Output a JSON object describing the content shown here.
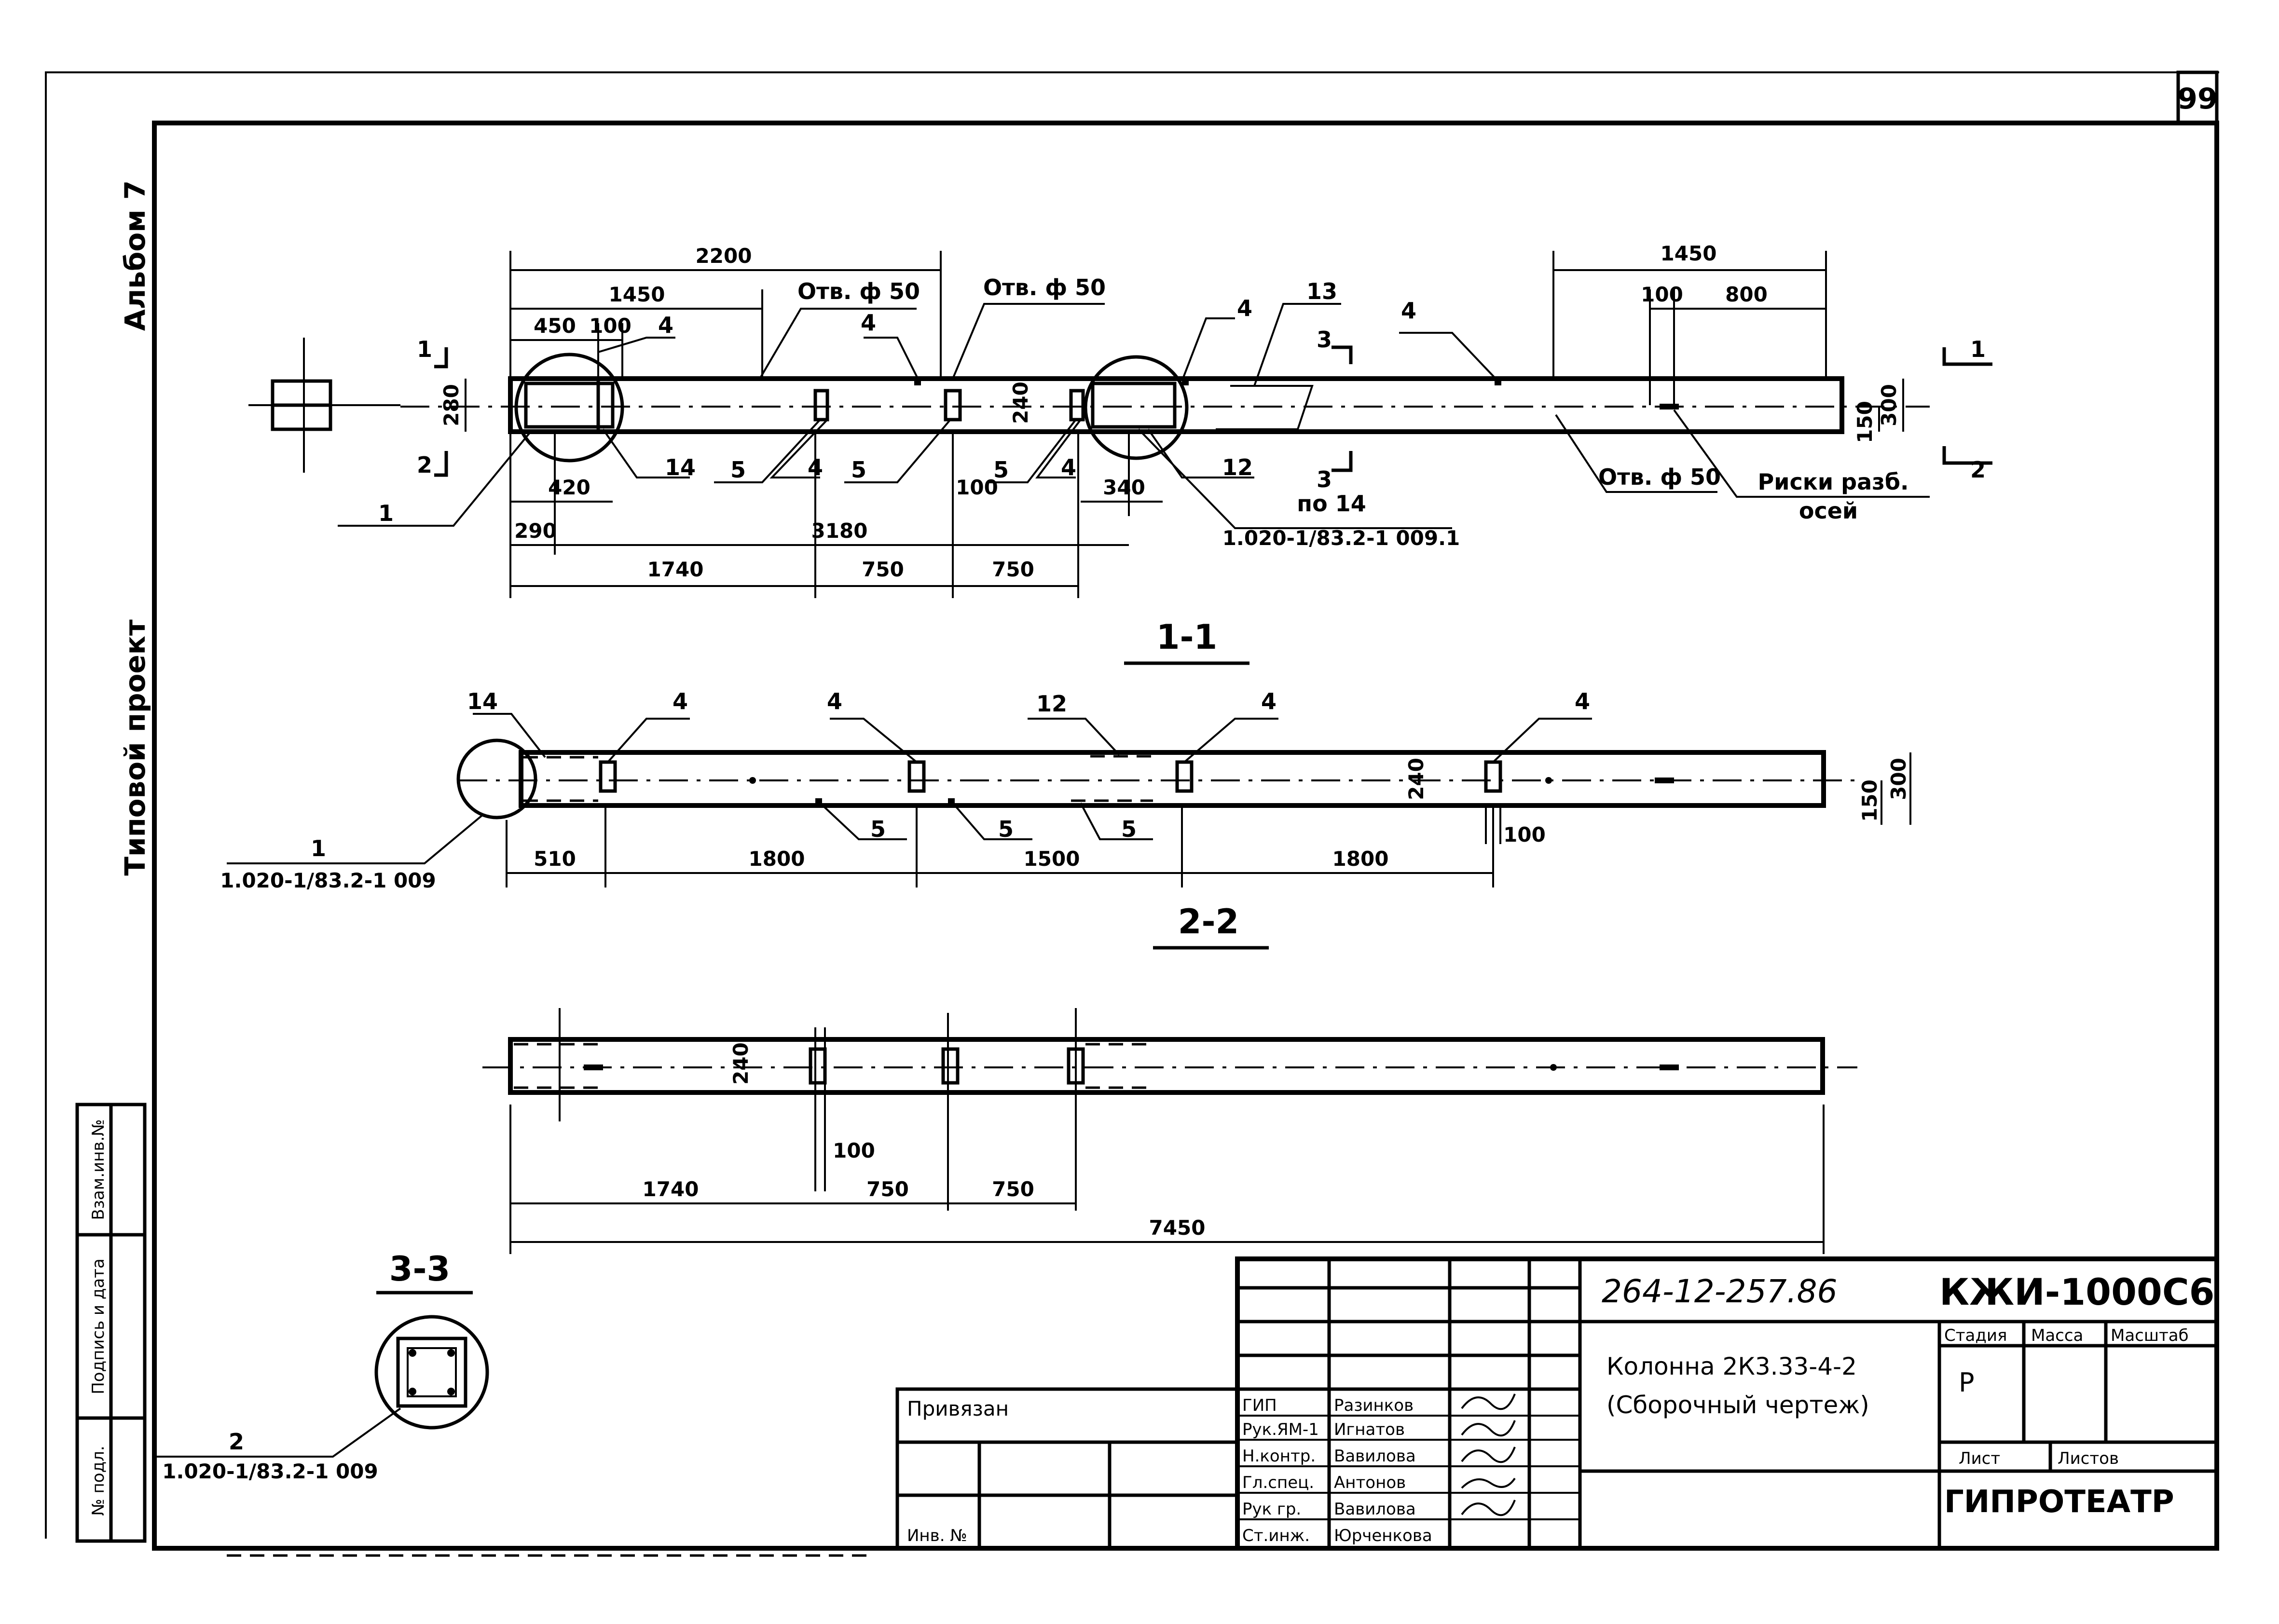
{
  "sheet": {
    "page_number": "99",
    "side_top": "Альбом 7",
    "side_mid": "Типовой проект"
  },
  "side_stamp": {
    "col1": "Взам.инв.№",
    "col2": "Подпись и дата",
    "col3": "№ подл."
  },
  "plan": {
    "dims_top": [
      "2200",
      "1450",
      "450",
      "100",
      "1450",
      "100",
      "800"
    ],
    "dims_side": [
      "280",
      "240",
      "150",
      "300"
    ],
    "dims_bottom": [
      "420",
      "290",
      "3180",
      "1740",
      "750",
      "750",
      "100",
      "340"
    ],
    "hole_label_1": "Отв. ф 50",
    "hole_label_2": "Отв. ф 50",
    "hole_label_3": "Отв. ф 50",
    "risk_label_1": "Риски разб.",
    "risk_label_2": "осей",
    "ref_label_1": "по 14",
    "ref_label_2": "1.020-1/83.2-1 009.1",
    "marks": [
      "1",
      "2",
      "1",
      "2",
      "3",
      "3"
    ],
    "positions": [
      "4",
      "4",
      "4",
      "4",
      "4",
      "4",
      "13",
      "14",
      "5",
      "5",
      "5",
      "12",
      "1"
    ]
  },
  "section_11": {
    "title": "1-1",
    "dims": [
      "510",
      "1800",
      "1500",
      "1800",
      "100",
      "240",
      "150",
      "300"
    ],
    "positions": [
      "14",
      "4",
      "4",
      "12",
      "4",
      "4",
      "5",
      "5",
      "5"
    ],
    "ref_pos": "1",
    "ref_code": "1.020-1/83.2-1 009"
  },
  "section_22": {
    "title": "2-2",
    "dims": [
      "240",
      "100",
      "1740",
      "750",
      "750",
      "7450"
    ]
  },
  "section_33": {
    "title": "3-3",
    "ref_pos": "2",
    "ref_code": "1.020-1/83.2-1 009"
  },
  "title_block": {
    "doc_code": "264-12-257.86",
    "mark": "КЖИ-1000С6",
    "name_line1": "Колонна 2К3.33-4-2",
    "name_line2": "(Сборочный чертеж)",
    "stage_head": "Стадия",
    "mass_head": "Масса",
    "scale_head": "Масштаб",
    "stage_value": "Р",
    "sheet_head": "Лист",
    "sheets_head": "Листов",
    "org": "ГИПРОТЕАТР",
    "privyazan": "Привязан",
    "roles": [
      "ГИП",
      "Рук.ЯМ-1",
      "Н.контр.",
      "Гл.спец.",
      "Рук гр.",
      "Ст.инж."
    ],
    "names": [
      "Разинков",
      "Игнатов",
      "Вавилова",
      "Антонов",
      "Вавилова",
      "Юрченкова"
    ],
    "inv_label": "Инв. №"
  }
}
